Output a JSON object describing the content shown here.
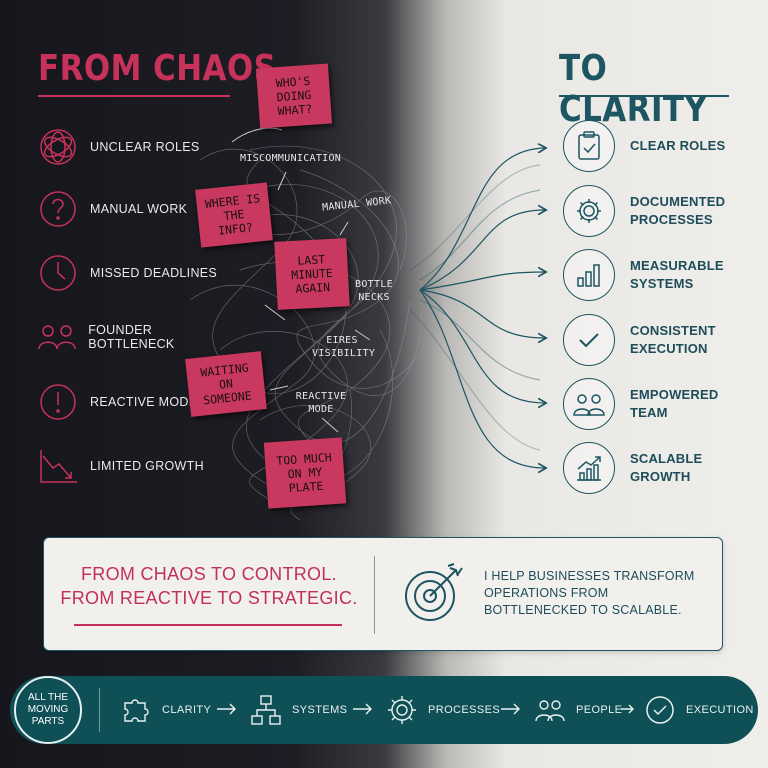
{
  "left_title": "FROM CHAOS",
  "right_title": "TO CLARITY",
  "chaos_items": [
    {
      "label": "UNCLEAR ROLES",
      "icon": "tangled-knot-icon"
    },
    {
      "label": "MANUAL WORK",
      "icon": "question-mark-icon"
    },
    {
      "label": "MISSED DEADLINES",
      "icon": "clock-icon"
    },
    {
      "label": "FOUNDER BOTTLENECK",
      "icon": "people-group-icon"
    },
    {
      "label": "REACTIVE MODE",
      "icon": "exclamation-icon"
    },
    {
      "label": "LIMITED GROWTH",
      "icon": "declining-chart-icon"
    }
  ],
  "sticky_notes": [
    "WHO'S DOING WHAT?",
    "WHERE IS THE INFO?",
    "LAST MINUTE AGAIN",
    "WAITING ON SOMEONE",
    "TOO MUCH ON MY PLATE"
  ],
  "chaos_words": [
    "MISCOMMUNICATION",
    "MANUAL WORK",
    "BOTTLE NECKS",
    "EIRES VISIBILITY",
    "REACTIVE MODE"
  ],
  "clarity_items": [
    {
      "label": "CLEAR ROLES",
      "icon": "clipboard-check-icon"
    },
    {
      "label": "DOCUMENTED PROCESSES",
      "icon": "gear-icon"
    },
    {
      "label": "MEASURABLE SYSTEMS",
      "icon": "bar-chart-icon"
    },
    {
      "label": "CONSISTENT EXECUTION",
      "icon": "checkmark-icon"
    },
    {
      "label": "EMPOWERED TEAM",
      "icon": "team-icon"
    },
    {
      "label": "SCALABLE GROWTH",
      "icon": "growth-chart-icon"
    }
  ],
  "banner": {
    "tagline_line1": "FROM CHAOS TO CONTROL.",
    "tagline_line2": "FROM REACTIVE TO STRATEGIC.",
    "statement": "I HELP BUSINESSES TRANSFORM OPERATIONS FROM BOTTLENECKED TO SCALABLE.",
    "icon": "target-arrow-icon"
  },
  "footer": {
    "badge": "ALL THE MOVING PARTS",
    "steps": [
      {
        "label": "CLARITY",
        "icon": "puzzle-icon"
      },
      {
        "label": "SYSTEMS",
        "icon": "flowchart-icon"
      },
      {
        "label": "PROCESSES",
        "icon": "gear-icon"
      },
      {
        "label": "PEOPLE",
        "icon": "people-icon"
      },
      {
        "label": "EXECUTION",
        "icon": "check-circle-icon"
      }
    ]
  },
  "colors": {
    "chaos_accent": "#c7325a",
    "clarity_accent": "#1d5563",
    "footer_bg": "#0f4f56",
    "sticky_note": "#c9395f"
  }
}
